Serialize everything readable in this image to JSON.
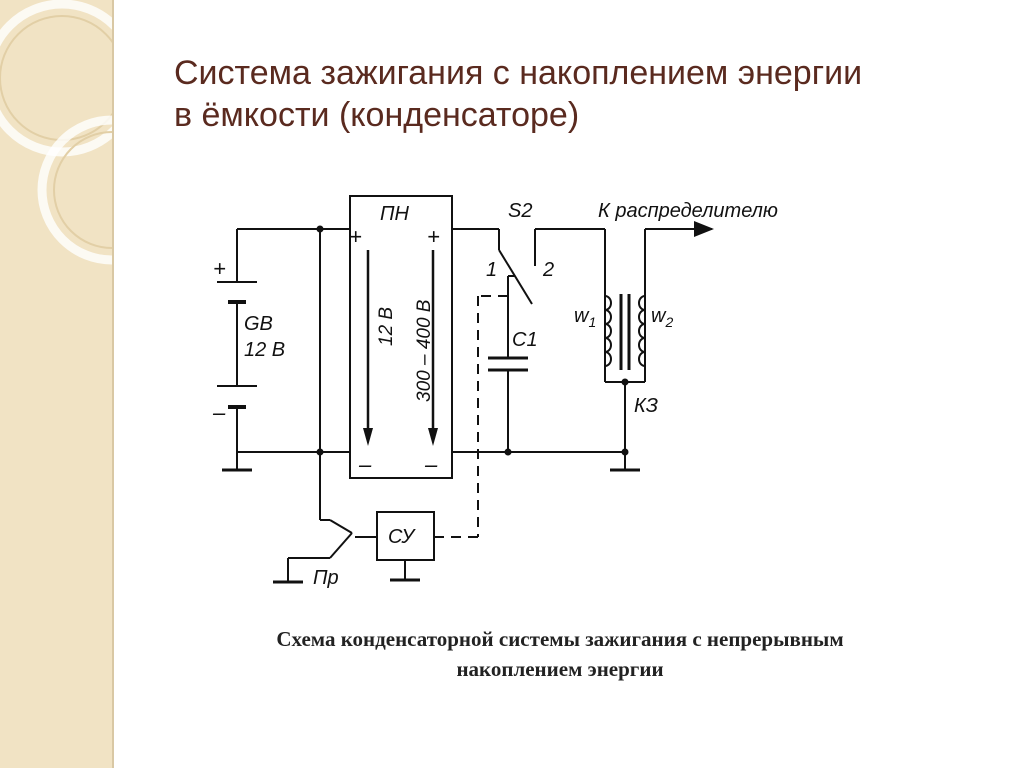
{
  "slide": {
    "title_line1": "Система зажигания с накоплением энергии",
    "title_line2": "в ёмкости (конденсаторе)"
  },
  "diagram": {
    "converter_label": "ПН",
    "plus_sign": "+",
    "minus_sign": "–",
    "input_voltage": "12 В",
    "output_voltage": "300 – 400 В",
    "battery_label": "GB",
    "battery_voltage": "12 В",
    "switch_label": "S2",
    "switch_contact_1": "1",
    "switch_contact_2": "2",
    "capacitor_label": "C1",
    "distributor_label": "К распределителю",
    "coil_label": "КЗ",
    "winding_primary": "w",
    "winding_primary_sub": "1",
    "winding_secondary": "w",
    "winding_secondary_sub": "2",
    "control_unit_label": "СУ",
    "breaker_label": "Пр"
  },
  "caption": {
    "line1": "Схема конденсаторной системы зажигания с непрерывным",
    "line2": "накоплением энергии"
  }
}
